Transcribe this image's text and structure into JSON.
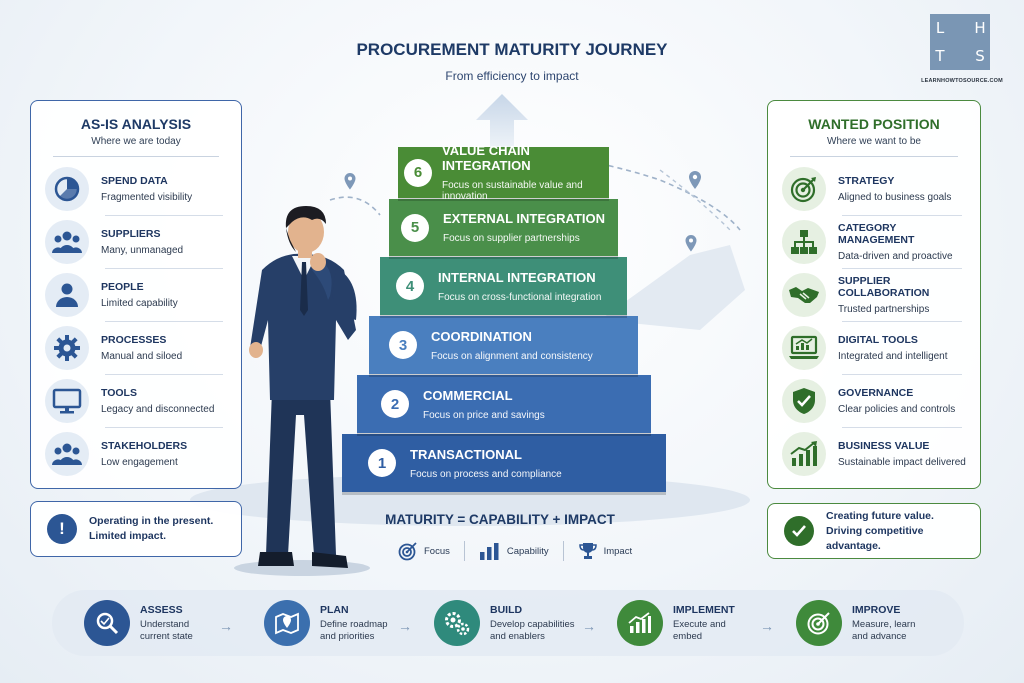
{
  "header": {
    "title": "PROCUREMENT MATURITY JOURNEY",
    "subtitle": "From efficiency to impact"
  },
  "logo": {
    "letters": [
      "L",
      "H",
      "T",
      "S"
    ],
    "url": "LEARNHOWTOSOURCE.COM"
  },
  "as_is": {
    "title": "AS-IS ANALYSIS",
    "subtitle": "Where we are today",
    "accent": "#3f66a8",
    "items": [
      {
        "label": "SPEND DATA",
        "desc": "Fragmented visibility",
        "icon": "pie-chart-icon"
      },
      {
        "label": "SUPPLIERS",
        "desc": "Many, unmanaged",
        "icon": "group-icon"
      },
      {
        "label": "PEOPLE",
        "desc": "Limited capability",
        "icon": "person-icon"
      },
      {
        "label": "PROCESSES",
        "desc": "Manual and siloed",
        "icon": "gear-icon"
      },
      {
        "label": "TOOLS",
        "desc": "Legacy and disconnected",
        "icon": "monitor-icon"
      },
      {
        "label": "STAKEHOLDERS",
        "desc": "Low engagement",
        "icon": "group-icon"
      }
    ],
    "note": "Operating in the present.\nLimited impact.",
    "note_icon": "exclamation-icon"
  },
  "wanted": {
    "title": "WANTED POSITION",
    "subtitle": "Where we want to be",
    "accent": "#2f6e2a",
    "items": [
      {
        "label": "STRATEGY",
        "desc": "Aligned to business goals",
        "icon": "target-icon"
      },
      {
        "label": "CATEGORY MANAGEMENT",
        "desc": "Data-driven and proactive",
        "icon": "hierarchy-icon"
      },
      {
        "label": "SUPPLIER COLLABORATION",
        "desc": "Trusted partnerships",
        "icon": "handshake-icon"
      },
      {
        "label": "DIGITAL TOOLS",
        "desc": "Integrated and intelligent",
        "icon": "laptop-chart-icon"
      },
      {
        "label": "GOVERNANCE",
        "desc": "Clear policies and controls",
        "icon": "shield-check-icon"
      },
      {
        "label": "BUSINESS VALUE",
        "desc": "Sustainable impact delivered",
        "icon": "growth-chart-icon"
      }
    ],
    "note": "Creating future value.\nDriving competitive advantage.",
    "note_icon": "check-icon"
  },
  "stairs": [
    {
      "num": "1",
      "name": "TRANSACTIONAL",
      "desc": "Focus on process and compliance",
      "color": "#2f5ea3"
    },
    {
      "num": "2",
      "name": "COMMERCIAL",
      "desc": "Focus on price and savings",
      "color": "#3b6db2"
    },
    {
      "num": "3",
      "name": "COORDINATION",
      "desc": "Focus on alignment and consistency",
      "color": "#4a7fbf"
    },
    {
      "num": "4",
      "name": "INTERNAL INTEGRATION",
      "desc": "Focus on cross-functional integration",
      "color": "#3e8f78"
    },
    {
      "num": "5",
      "name": "EXTERNAL INTEGRATION",
      "desc": "Focus on supplier partnerships",
      "color": "#4a8f4a"
    },
    {
      "num": "6",
      "name": "VALUE CHAIN INTEGRATION",
      "desc": "Focus on sustainable value and innovation",
      "color": "#4a8c36"
    }
  ],
  "equation": {
    "text": "MATURITY = CAPABILITY + IMPACT",
    "legend": [
      {
        "label": "Focus",
        "icon": "target-icon"
      },
      {
        "label": "Capability",
        "icon": "bar-chart-icon"
      },
      {
        "label": "Impact",
        "icon": "trophy-icon"
      }
    ]
  },
  "process": [
    {
      "label": "ASSESS",
      "desc": "Understand\ncurrent state",
      "icon": "magnifier-icon",
      "color": "#2c5694"
    },
    {
      "label": "PLAN",
      "desc": "Define roadmap\nand priorities",
      "icon": "map-pin-icon",
      "color": "#3b6fae"
    },
    {
      "label": "BUILD",
      "desc": "Develop capabilities\nand enablers",
      "icon": "gears-icon",
      "color": "#2f8a7c"
    },
    {
      "label": "IMPLEMENT",
      "desc": "Execute and\nembed",
      "icon": "growth-chart-icon",
      "color": "#3f8a3b"
    },
    {
      "label": "IMPROVE",
      "desc": "Measure, learn\nand advance",
      "icon": "target-icon",
      "color": "#3f8a3b"
    }
  ]
}
